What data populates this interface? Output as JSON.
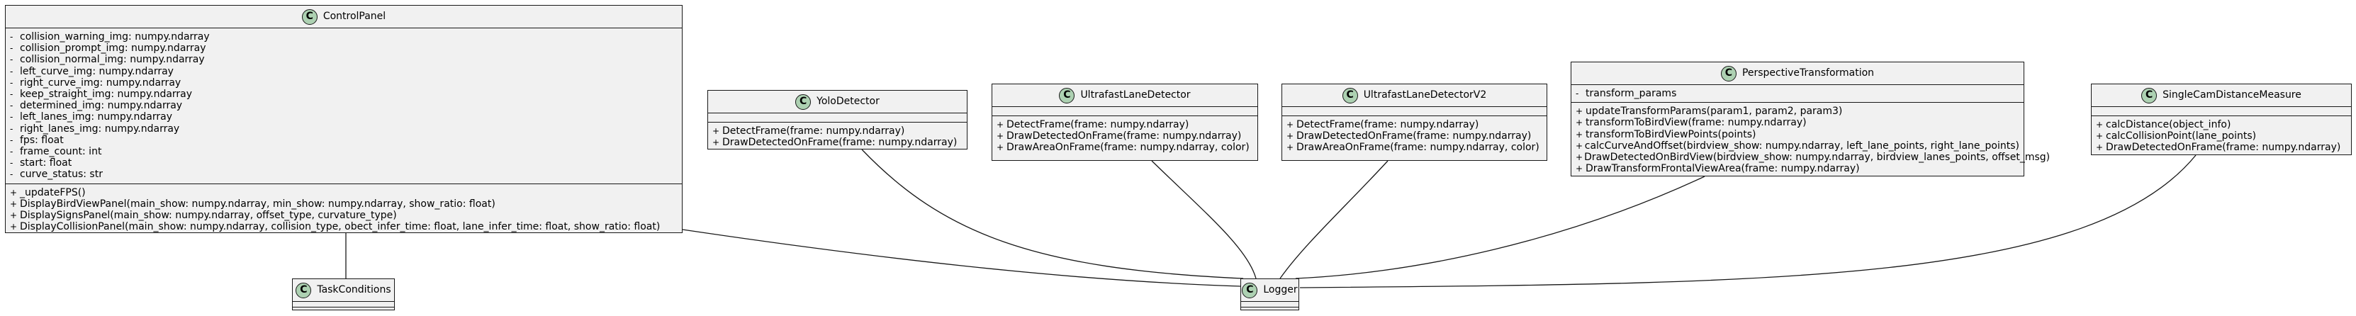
{
  "classes": {
    "control_panel": {
      "name": "ControlPanel",
      "fields": [
        {
          "vis": "-",
          "text": "collision_warning_img: numpy.ndarray"
        },
        {
          "vis": "-",
          "text": "collision_prompt_img: numpy.ndarray"
        },
        {
          "vis": "-",
          "text": "collision_normal_img: numpy.ndarray"
        },
        {
          "vis": "-",
          "text": "left_curve_img: numpy.ndarray"
        },
        {
          "vis": "-",
          "text": "right_curve_img: numpy.ndarray"
        },
        {
          "vis": "-",
          "text": "keep_straight_img: numpy.ndarray"
        },
        {
          "vis": "-",
          "text": "determined_img: numpy.ndarray"
        },
        {
          "vis": "-",
          "text": "left_lanes_img: numpy.ndarray"
        },
        {
          "vis": "-",
          "text": "right_lanes_img: numpy.ndarray"
        },
        {
          "vis": "-",
          "text": "fps: float"
        },
        {
          "vis": "-",
          "text": "frame_count: int"
        },
        {
          "vis": "-",
          "text": "start: float"
        },
        {
          "vis": "-",
          "text": "curve_status: str"
        }
      ],
      "methods": [
        {
          "vis": "+",
          "text": "_updateFPS()"
        },
        {
          "vis": "+",
          "text": "DisplayBirdViewPanel(main_show: numpy.ndarray, min_show: numpy.ndarray, show_ratio: float)"
        },
        {
          "vis": "+",
          "text": "DisplaySignsPanel(main_show: numpy.ndarray, offset_type, curvature_type)"
        },
        {
          "vis": "+",
          "text": "DisplayCollisionPanel(main_show: numpy.ndarray, collision_type, obect_infer_time: float, lane_infer_time: float, show_ratio: float)"
        }
      ]
    },
    "task_conditions": {
      "name": "TaskConditions",
      "fields": [],
      "methods": []
    },
    "logger": {
      "name": "Logger",
      "fields": [],
      "methods": []
    },
    "yolo_detector": {
      "name": "YoloDetector",
      "fields": [],
      "methods": [
        {
          "vis": "+",
          "text": "DetectFrame(frame: numpy.ndarray)"
        },
        {
          "vis": "+",
          "text": "DrawDetectedOnFrame(frame: numpy.ndarray)"
        }
      ]
    },
    "ultrafast_lane_detector": {
      "name": "UltrafastLaneDetector",
      "fields": [],
      "methods": [
        {
          "vis": "+",
          "text": "DetectFrame(frame: numpy.ndarray)"
        },
        {
          "vis": "+",
          "text": "DrawDetectedOnFrame(frame: numpy.ndarray)"
        },
        {
          "vis": "+",
          "text": "DrawAreaOnFrame(frame: numpy.ndarray, color)"
        }
      ]
    },
    "ultrafast_lane_detector_v2": {
      "name": "UltrafastLaneDetectorV2",
      "fields": [],
      "methods": [
        {
          "vis": "+",
          "text": "DetectFrame(frame: numpy.ndarray)"
        },
        {
          "vis": "+",
          "text": "DrawDetectedOnFrame(frame: numpy.ndarray)"
        },
        {
          "vis": "+",
          "text": "DrawAreaOnFrame(frame: numpy.ndarray, color)"
        }
      ]
    },
    "perspective_transformation": {
      "name": "PerspectiveTransformation",
      "fields": [
        {
          "vis": "-",
          "text": "transform_params"
        }
      ],
      "methods": [
        {
          "vis": "+",
          "text": "updateTransformParams(param1, param2, param3)"
        },
        {
          "vis": "+",
          "text": "transformToBirdView(frame: numpy.ndarray)"
        },
        {
          "vis": "+",
          "text": "transformToBirdViewPoints(points)"
        },
        {
          "vis": "+",
          "text": "calcCurveAndOffset(birdview_show: numpy.ndarray, left_lane_points, right_lane_points)"
        },
        {
          "vis": "+",
          "text": "DrawDetectedOnBirdView(birdview_show: numpy.ndarray, birdview_lanes_points, offset_msg)"
        },
        {
          "vis": "+",
          "text": "DrawTransformFrontalViewArea(frame: numpy.ndarray)"
        }
      ]
    },
    "single_cam_distance_measure": {
      "name": "SingleCamDistanceMeasure",
      "fields": [],
      "methods": [
        {
          "vis": "+",
          "text": "calcDistance(object_info)"
        },
        {
          "vis": "+",
          "text": "calcCollisionPoint(lane_points)"
        },
        {
          "vis": "+",
          "text": "DrawDetectedOnFrame(frame: numpy.ndarray)"
        }
      ]
    }
  },
  "class_badge": "C",
  "class_badge_color": "#add1b2",
  "connections": [
    {
      "from": "control_panel",
      "to": "task_conditions"
    },
    {
      "from": "control_panel",
      "to": "logger"
    },
    {
      "from": "yolo_detector",
      "to": "logger"
    },
    {
      "from": "ultrafast_lane_detector",
      "to": "logger"
    },
    {
      "from": "ultrafast_lane_detector_v2",
      "to": "logger"
    },
    {
      "from": "perspective_transformation",
      "to": "logger"
    },
    {
      "from": "single_cam_distance_measure",
      "to": "logger"
    }
  ]
}
